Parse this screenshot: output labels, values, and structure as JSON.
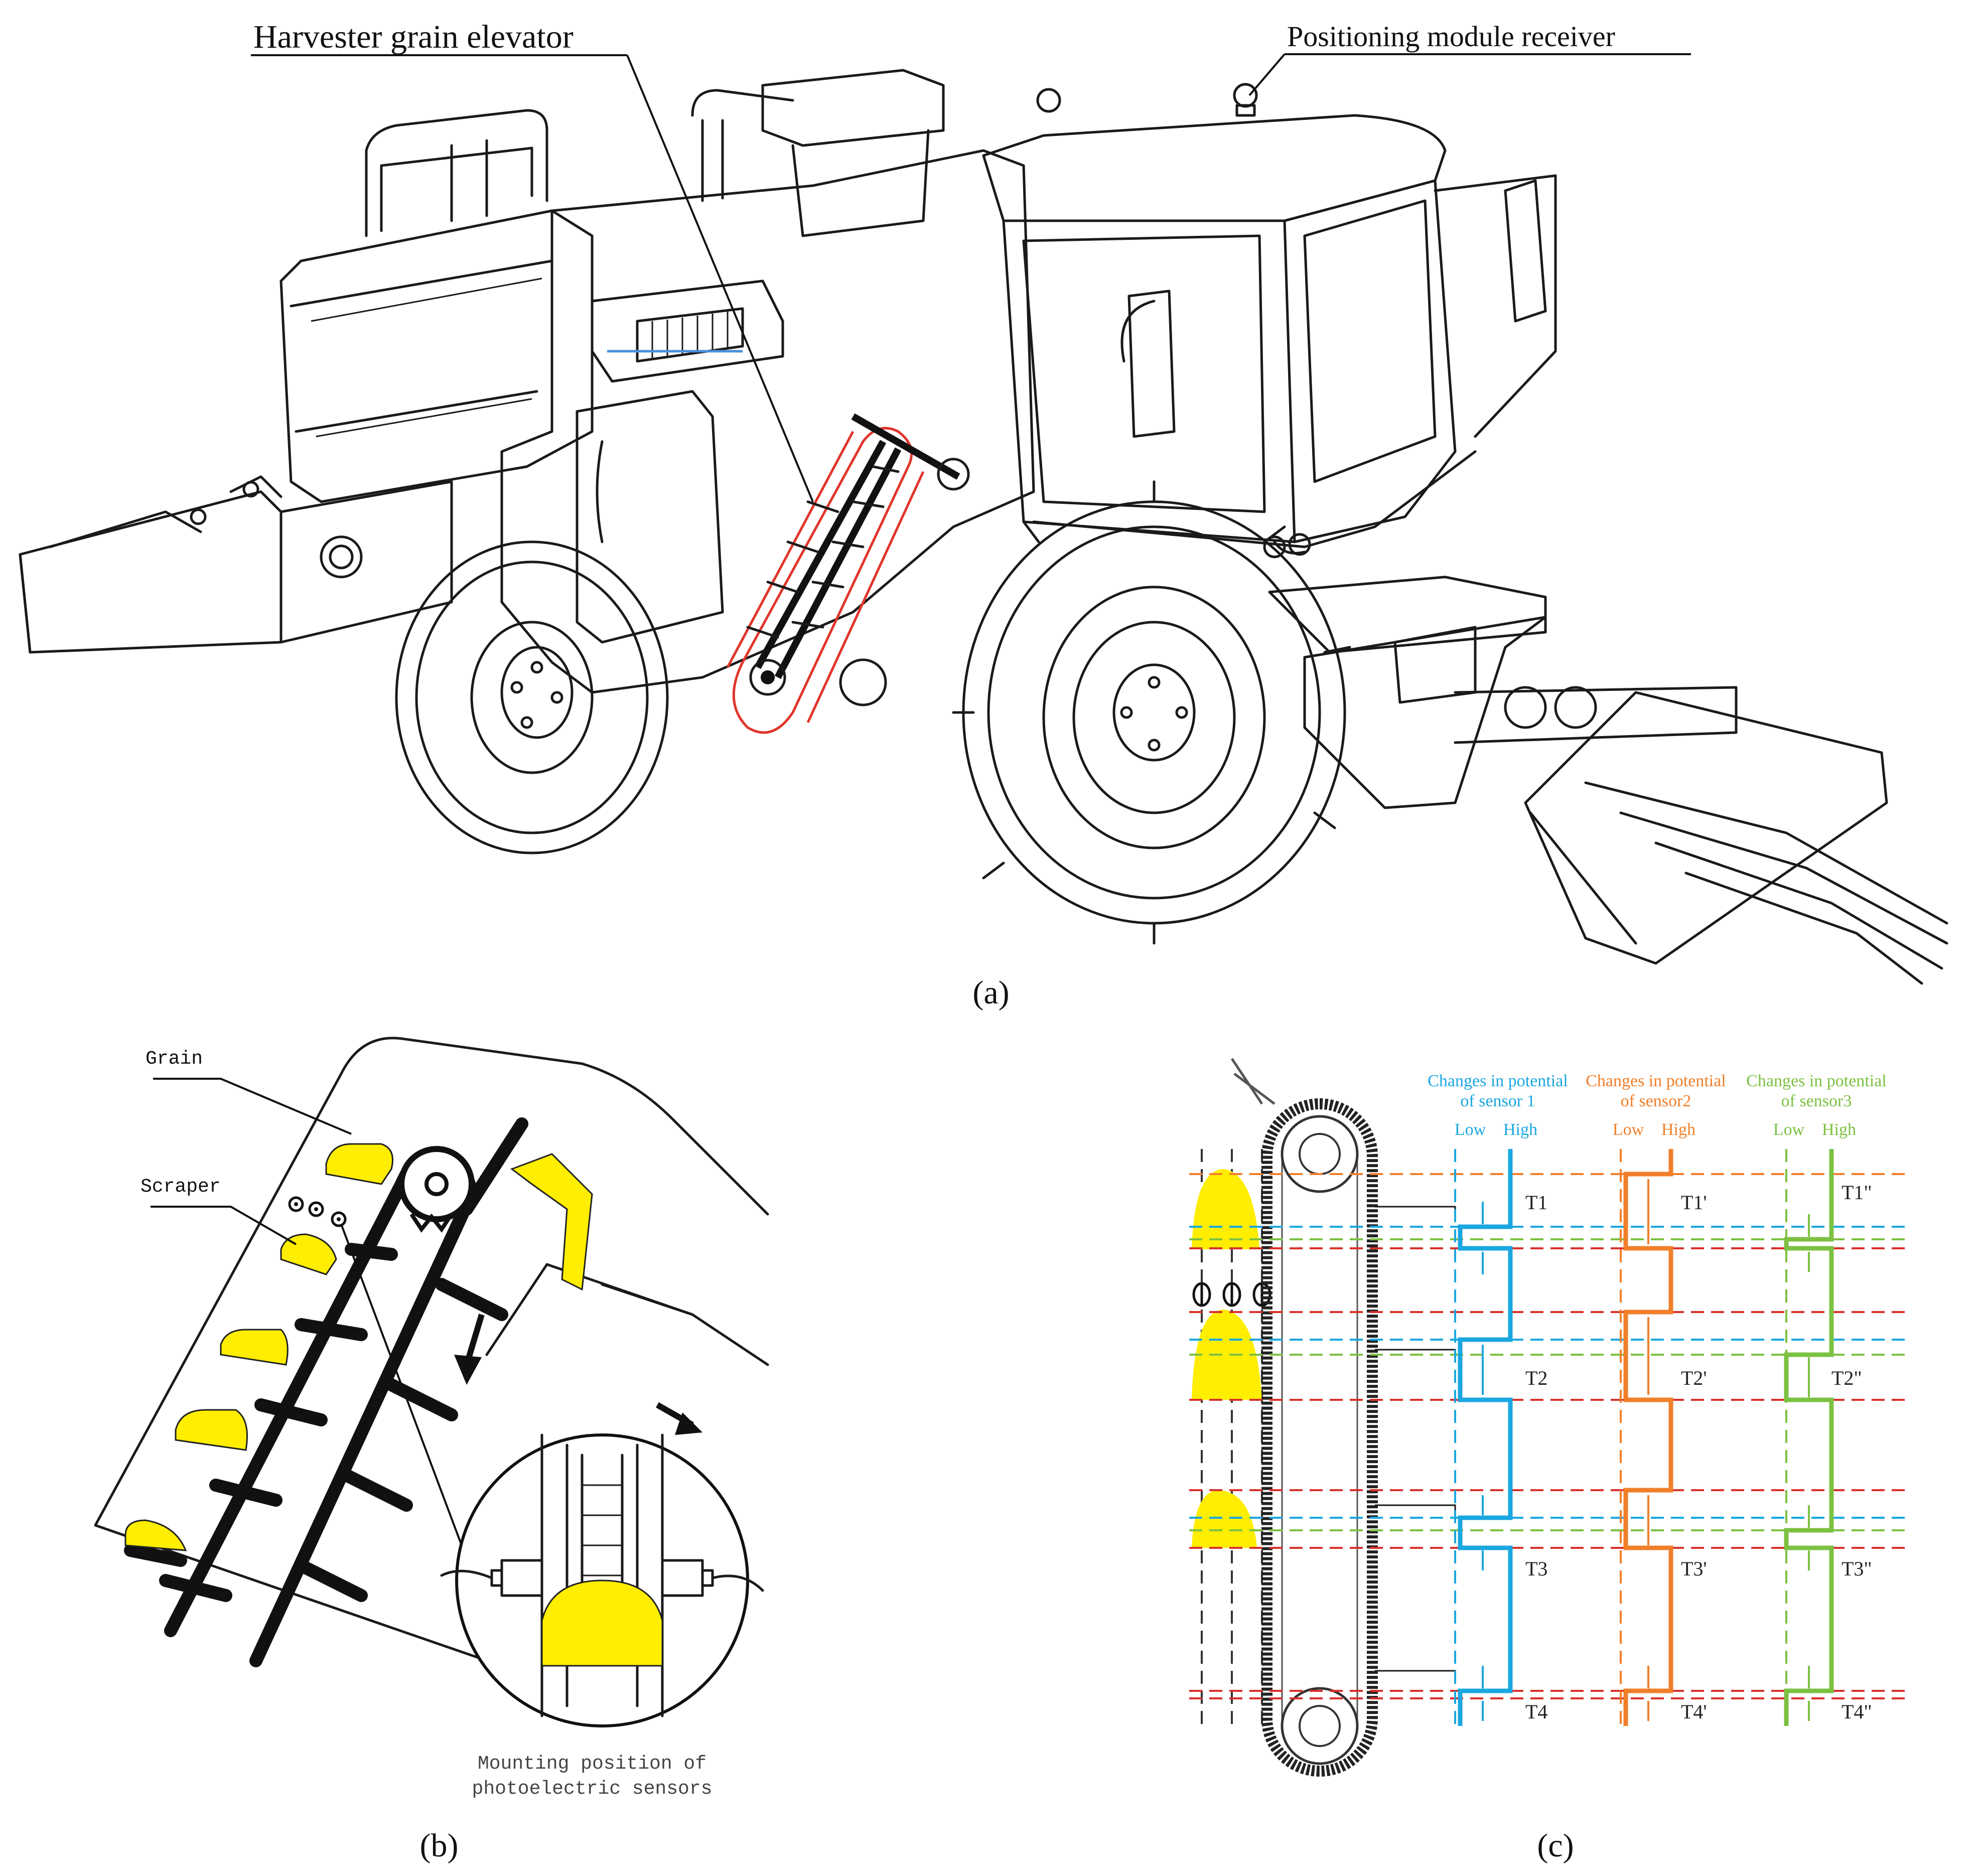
{
  "panel_a": {
    "label": "(a)",
    "callout_elevator": "Harvester grain elevator",
    "callout_receiver": "Positioning module receiver"
  },
  "panel_b": {
    "label": "(b)",
    "callout_grain": "Grain",
    "callout_scraper": "Scraper",
    "caption_line1": "Mounting position of",
    "caption_line2": "photoelectric sensors"
  },
  "panel_c": {
    "label": "(c)",
    "sensor1": {
      "title_line1": "Changes in potential",
      "title_line2": "of sensor 1",
      "low": "Low",
      "high": "High",
      "color": "#1aa7e0",
      "markers": [
        "T1",
        "T2",
        "T3",
        "T4"
      ]
    },
    "sensor2": {
      "title_line1": "Changes in potential",
      "title_line2": "of sensor2",
      "low": "Low",
      "high": "High",
      "color": "#f07f2a",
      "markers": [
        "T1'",
        "T2'",
        "T3'",
        "T4'"
      ]
    },
    "sensor3": {
      "title_line1": "Changes in potential",
      "title_line2": "of sensor3",
      "low": "Low",
      "high": "High",
      "color": "#7cc142",
      "markers": [
        "T1\"",
        "T2\"",
        "T3\"",
        "T4\""
      ]
    }
  },
  "colors": {
    "grain": "#ffee00",
    "elevator_highlight": "#e0362c",
    "guide_red": "#d9302a"
  }
}
